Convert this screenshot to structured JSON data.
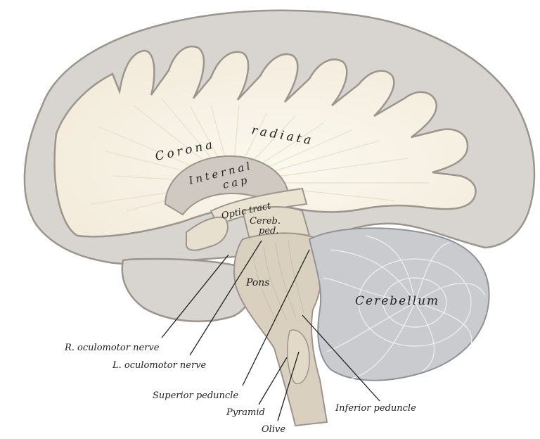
{
  "diagram": {
    "labels": {
      "corona": "Corona",
      "radiata": "radiata",
      "internal": "Internal",
      "cap": "cap",
      "optic_tract": "Optic tract",
      "cereb": "Cereb.",
      "ped": "ped.",
      "pons": "Pons",
      "cerebellum": "Cerebellum",
      "r_oculomotor": "R. oculomotor nerve",
      "l_oculomotor": "L. oculomotor nerve",
      "superior_peduncle": "Superior peduncle",
      "pyramid": "Pyramid",
      "olive": "Olive",
      "inferior_peduncle": "Inferior peduncle"
    },
    "colors": {
      "cortex": "#d8d4cf",
      "cortex_outline": "#9c958d",
      "white_matter": "#f6f1e4",
      "fibers": "#e9e0c8",
      "brainstem": "#d9d0bf",
      "cerebellum": "#c9cbcf",
      "cerebellum_lines": "#eef0f2",
      "leader_line": "#222222"
    }
  }
}
